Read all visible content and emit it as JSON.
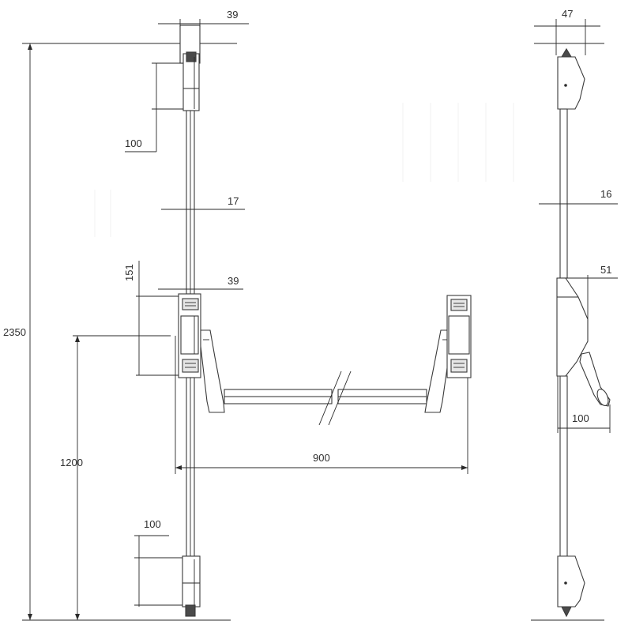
{
  "front_view": {
    "dims": {
      "top_rod_box_width": "39",
      "top_box_height": "100",
      "rod_width": "17",
      "center_box_height": "151",
      "center_box_width": "39",
      "total_height": "2350",
      "handle_height": "1200",
      "bar_length": "900",
      "bottom_box_height": "100"
    }
  },
  "side_view": {
    "dims": {
      "top_depth": "47",
      "rod_width": "16",
      "center_depth": "51",
      "handle_projection": "100"
    }
  }
}
